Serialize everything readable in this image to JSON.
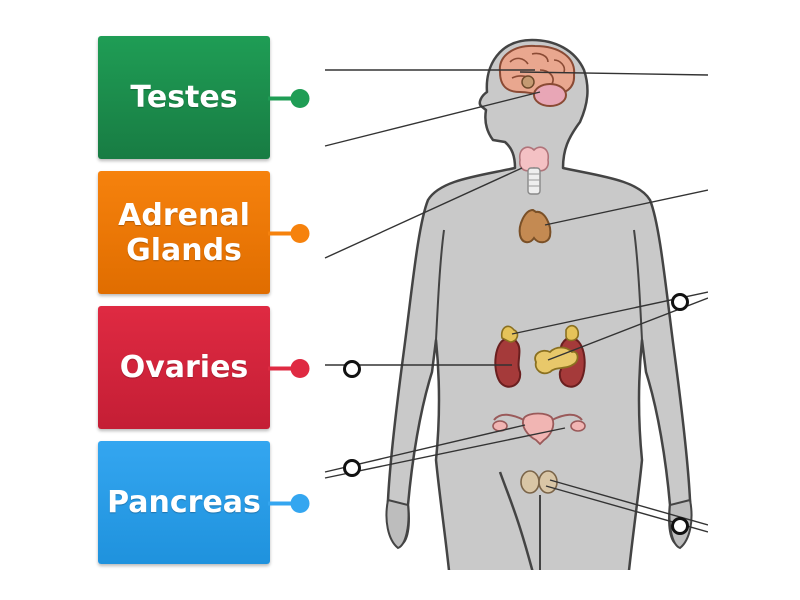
{
  "labels": [
    {
      "id": "testes",
      "text": "Testes",
      "color": "#1f9d55",
      "color_dark": "#187c43"
    },
    {
      "id": "adrenal-glands",
      "text": "Adrenal\nGlands",
      "color": "#f6820d",
      "color_dark": "#e06d00"
    },
    {
      "id": "ovaries",
      "text": "Ovaries",
      "color": "#df2a42",
      "color_dark": "#c41e35"
    },
    {
      "id": "pancreas",
      "text": "Pancreas",
      "color": "#34a6f0",
      "color_dark": "#1f92dd"
    }
  ],
  "diagram": {
    "skin_color": "#c9c9c9",
    "outline_color": "#444444",
    "organs": [
      "brain",
      "pituitary",
      "thyroid",
      "thymus",
      "adrenal-glands",
      "kidneys",
      "pancreas",
      "uterus",
      "ovaries",
      "testes"
    ]
  }
}
